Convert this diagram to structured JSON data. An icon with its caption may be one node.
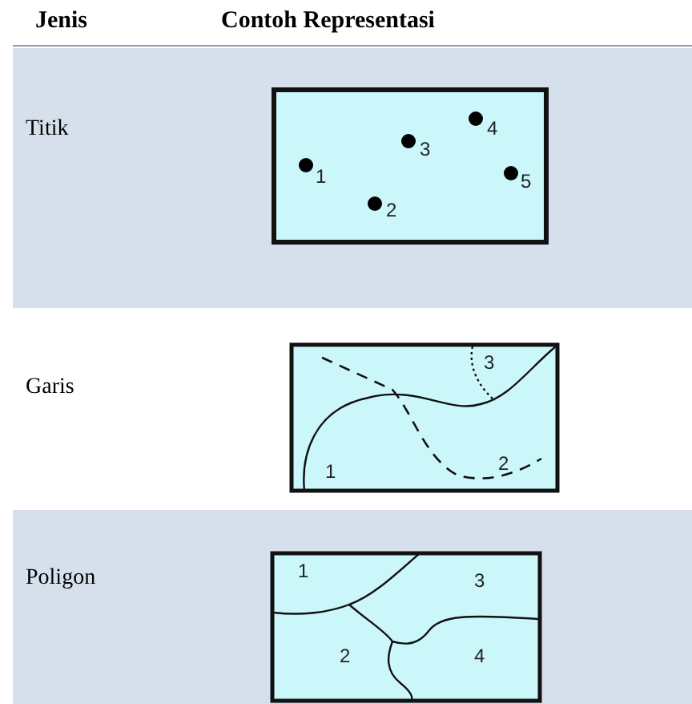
{
  "diagram": {
    "labels": [
      "Jenis",
      "Contoh Representasi",
      "Titik",
      "1",
      "2",
      "3",
      "4",
      "5",
      "Garis",
      "1",
      "2",
      "3",
      "Poligon",
      "1",
      "2",
      "3",
      "4"
    ]
  }
}
